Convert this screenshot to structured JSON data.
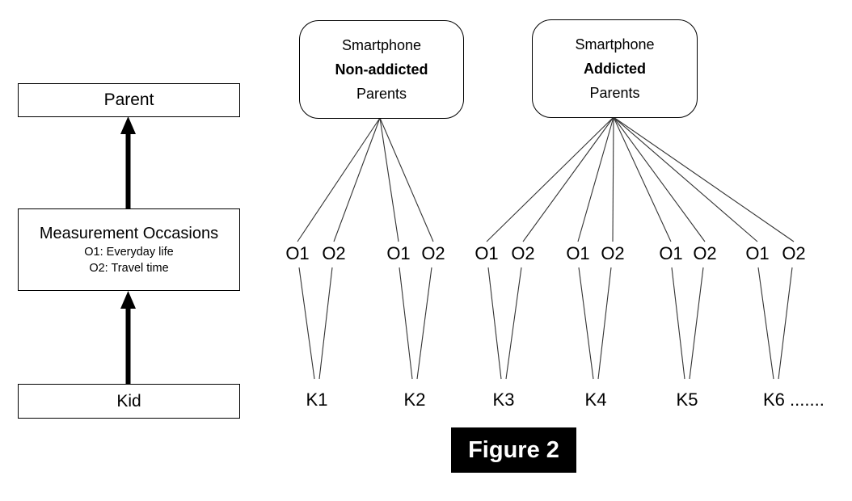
{
  "figure": {
    "caption": "Figure 2"
  },
  "left_panel": {
    "parent_label": "Parent",
    "measurement": {
      "title": "Measurement Occasions",
      "items": [
        "O1: Everyday life",
        "O2: Travel time"
      ]
    },
    "kid_label": "Kid"
  },
  "parent_groups": [
    {
      "line1": "Smartphone",
      "line2": "Non-addicted",
      "line3": "Parents"
    },
    {
      "line1": "Smartphone",
      "line2": "Addicted",
      "line3": "Parents"
    }
  ],
  "occasions": [
    "O1",
    "O2",
    "O1",
    "O2",
    "O1",
    "O2",
    "O1",
    "O2",
    "O1",
    "O2",
    "O1",
    "O2"
  ],
  "kids": [
    "K1",
    "K2",
    "K3",
    "K4",
    "K5",
    "K6 ......."
  ],
  "colors": {
    "diagram_line": "#333333",
    "box_border": "#000000",
    "arrow": "#000000",
    "caption_bg": "#000000",
    "caption_text": "#ffffff"
  }
}
